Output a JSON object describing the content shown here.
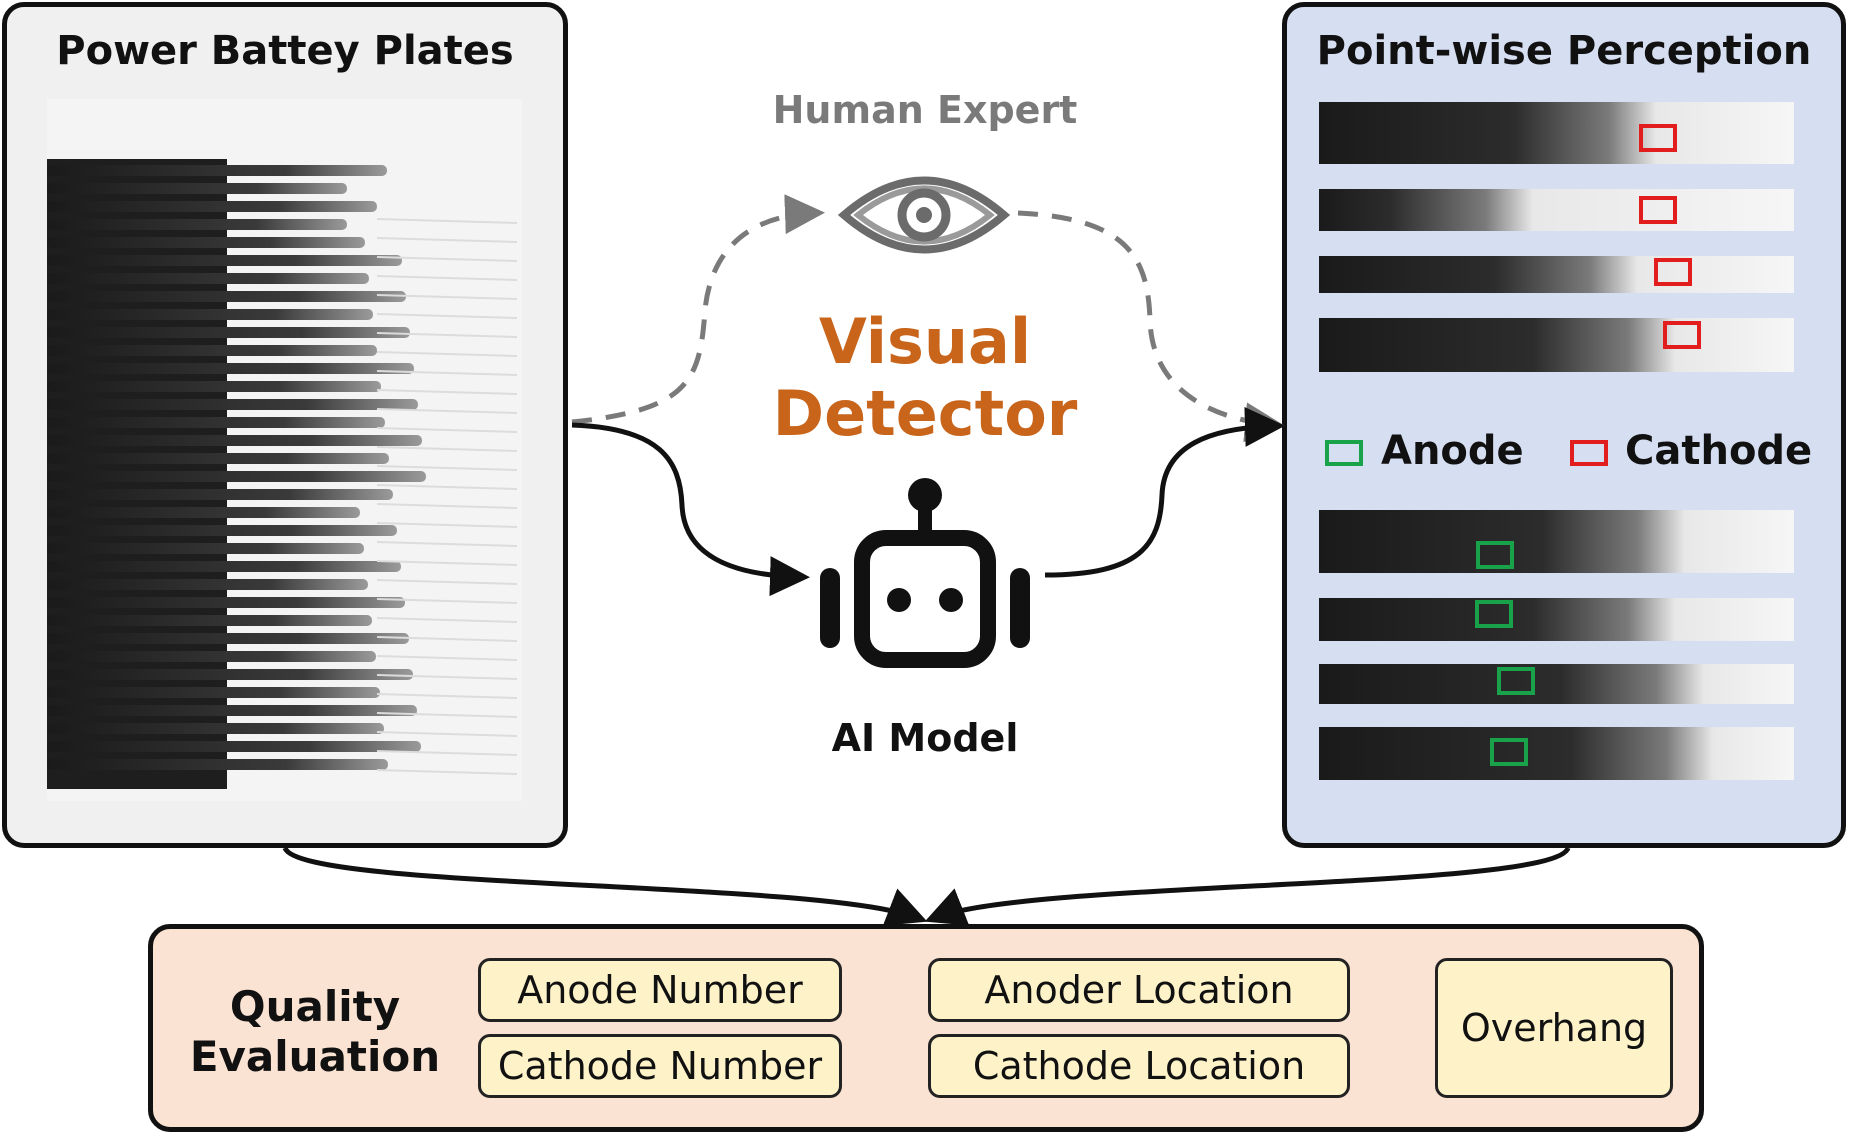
{
  "left_panel": {
    "title": "Power Battey Plates"
  },
  "right_panel": {
    "title": "Point-wise Perception"
  },
  "center": {
    "human_label": "Human Expert",
    "detector_line1": "Visual",
    "detector_line2": "Detector",
    "ai_label": "AI Model"
  },
  "legend": {
    "anode": "Anode",
    "cathode": "Cathode"
  },
  "quality": {
    "title_line1": "Quality",
    "title_line2": "Evaluation",
    "anode_number": "Anode Number",
    "cathode_number": "Cathode Number",
    "anode_location": "Anoder Location",
    "cathode_location": "Cathode Location",
    "overhang": "Overhang"
  },
  "colors": {
    "anode": "#18a34a",
    "cathode": "#e11d1d",
    "detector": "#c8651b",
    "human": "#7a7a7a",
    "right_panel_bg": "#d6def1",
    "left_panel_bg": "#f0f0f0",
    "quality_bg": "#fbe3d3",
    "pill_bg": "#fdf2c8"
  },
  "icons": [
    "eye-icon",
    "robot-icon"
  ]
}
